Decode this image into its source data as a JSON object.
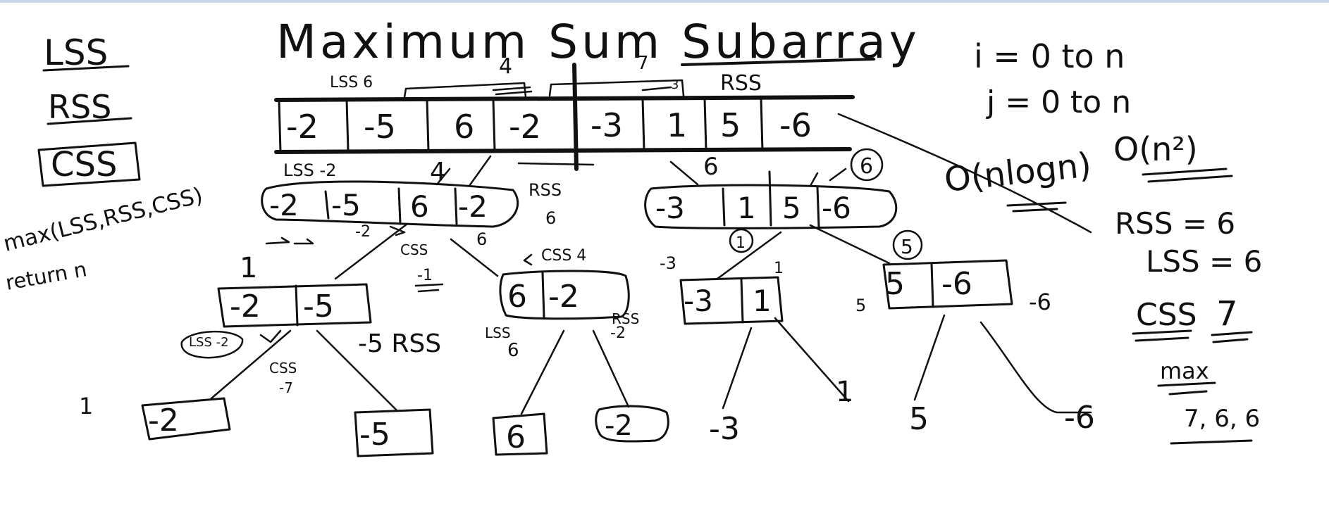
{
  "title": "Maximum Sum Subarray",
  "legend": {
    "lss": "LSS",
    "rss": "RSS",
    "css": "CSS",
    "max_note": "max(LSS,RSS,CSS)",
    "return_note": "return n"
  },
  "loops": {
    "i_line": "i = 0  to n",
    "j_line": "j = 0  to n"
  },
  "complexity": {
    "quadratic": "O(n²)",
    "nlogn": "O(nlogn)"
  },
  "summary": {
    "rss": "RSS = 6",
    "lss": "LSS = 6",
    "css_label": "CSS",
    "css_value": "7",
    "max_label": "max",
    "max_args": "7, 6, 6"
  },
  "array": [
    "-2",
    "-5",
    "6",
    "-2",
    "-3",
    "1",
    "5",
    "-6"
  ],
  "left_half": [
    "-2",
    "-5",
    "6",
    "-2"
  ],
  "right_half": [
    "-3",
    "1",
    "5",
    "-6"
  ],
  "quarter_1": [
    "-2",
    "-5"
  ],
  "quarter_2": [
    "6",
    "-2"
  ],
  "quarter_3": [
    "-3",
    "1"
  ],
  "quarter_4": [
    "5",
    "-6"
  ],
  "leaves": [
    "-2",
    "-5",
    "6",
    "-2",
    "-3",
    "1",
    "5",
    "-6"
  ],
  "annotations": [
    "LSS 6",
    "4",
    "7",
    "3",
    "RSS",
    "LSS -2",
    "4",
    "RSS",
    "6",
    "6",
    "6",
    "-2",
    "CSS",
    "-1",
    "6",
    "CSS 4",
    "1",
    "1",
    "5",
    "-3",
    "1",
    "5",
    "-6",
    "LSS -2",
    "CSS",
    "-7",
    "-5 RSS",
    "1",
    "LSS",
    "6",
    "RSS",
    "-2"
  ]
}
